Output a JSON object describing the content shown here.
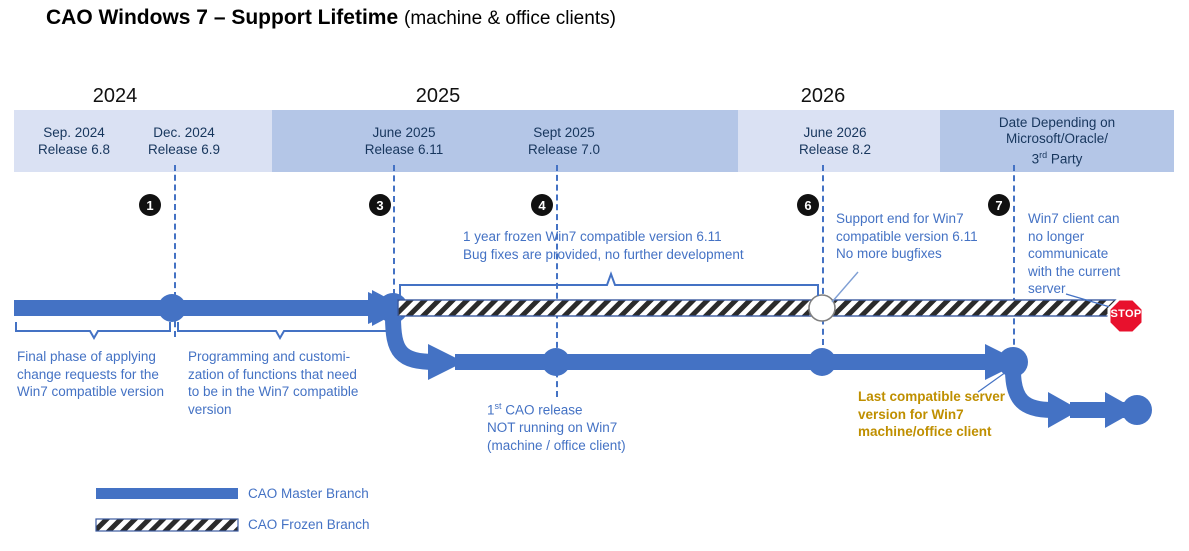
{
  "title": {
    "main": "CAO Windows 7 – Support Lifetime",
    "sub": "(machine & office clients)"
  },
  "colors": {
    "brand_blue": "#4472C4",
    "band_light": "#DAE1F3",
    "band_dark": "#B4C6E7",
    "gold": "#BF8F00",
    "stop_red": "#E8112D",
    "marker_black": "#111111"
  },
  "years": [
    {
      "label": "2024"
    },
    {
      "label": "2025"
    },
    {
      "label": "2026"
    }
  ],
  "band": {
    "cells": [
      {
        "date": "Sep. 2024",
        "release": "Release 6.8"
      },
      {
        "date": "Dec. 2024",
        "release": "Release 6.9"
      },
      {
        "date": "June 2025",
        "release": "Release 6.11"
      },
      {
        "date": "Sept 2025",
        "release": "Release 7.0"
      },
      {
        "date": "June 2026",
        "release": "Release 8.2"
      }
    ],
    "depends_cell": {
      "line1": "Date Depending on",
      "line2": "Microsoft/Oracle/",
      "line3_pre": "3",
      "line3_sup": "rd",
      "line3_post": " Party"
    }
  },
  "markers": [
    {
      "number": "1"
    },
    {
      "number": "3"
    },
    {
      "number": "4"
    },
    {
      "number": "6"
    },
    {
      "number": "7"
    }
  ],
  "notes": {
    "frozen_branch": {
      "line1": "1 year frozen Win7 compatible version 6.11",
      "line2": "Bug fixes are provided, no further development"
    },
    "support_end": {
      "line1": "Support end for Win7",
      "line2": "compatible version 6.11",
      "line3": "No more bugfixes"
    },
    "win7_client": {
      "line1": "Win7 client can",
      "line2": "no longer",
      "line3": "communicate",
      "line4": "with the current",
      "line5": "server"
    },
    "final_phase": {
      "line1": "Final phase of applying",
      "line2": "change requests for the",
      "line3": "Win7 compatible version"
    },
    "programming": {
      "line1": "Programming and customi-",
      "line2": "zation of functions that need",
      "line3": "to be in the Win7 compatible",
      "line4": "version"
    },
    "first_release": {
      "line1_pre": "1",
      "line1_sup": "st",
      "line1_post": " CAO release",
      "line2": "NOT running on Win7",
      "line3": "(machine / office client)"
    },
    "last_compatible": {
      "line1": "Last compatible server",
      "line2": "version for Win7",
      "line3": "machine/office client"
    }
  },
  "stop_sign": {
    "label": "STOP"
  },
  "legend": [
    {
      "key": "master",
      "label": "CAO Master Branch"
    },
    {
      "key": "frozen",
      "label": "CAO Frozen Branch"
    }
  ]
}
